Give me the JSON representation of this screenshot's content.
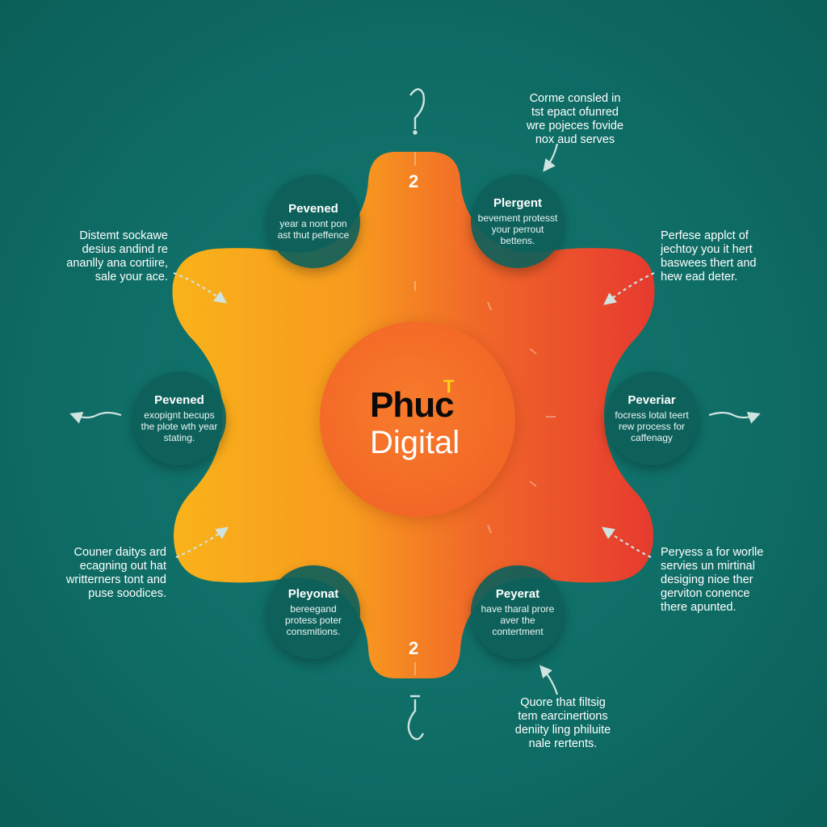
{
  "brand": {
    "line1": "Phuc",
    "mark": "T",
    "line2": "Digital"
  },
  "step_numbers": {
    "top": "2",
    "bottom": "2"
  },
  "nodes": [
    {
      "title": "Pevened",
      "body": "year a nont pon ast thut peffence"
    },
    {
      "title": "Plergent",
      "body": "bevement protesst your perrout bettens."
    },
    {
      "title": "Pevened",
      "body": "exopignt becups the plote wth year stating."
    },
    {
      "title": "Peveriar",
      "body": "focress lotal teert rew process for caffenagy"
    },
    {
      "title": "Pleyonat",
      "body": "bereegand protess poter consmitions."
    },
    {
      "title": "Peyerat",
      "body": "have tharal prore aver the contertment"
    }
  ],
  "notes": {
    "top_right": [
      "Corme consled in",
      "tst epact ofunred",
      "wre pojeces fovide",
      "nox aud serves"
    ],
    "upper_left": [
      "Distemt sockawe",
      "desius andind re",
      "ananlly ana cortiire,",
      "sale your ace."
    ],
    "upper_right": [
      "Perfese applct of",
      "jechtoy you it hert",
      "baswees thert and",
      "hew ead deter."
    ],
    "lower_left": [
      "Couner daitys ard",
      "ecagning out hat",
      "writterners tont and",
      "puse soodices."
    ],
    "lower_right": [
      "Peryess a for worlle",
      "servies un mirtinal",
      "desiging nioe ther",
      "gerviton conence",
      "there apunted."
    ],
    "bottom_right": [
      "Quore that filtsig",
      "tem earcinertions",
      "deniity ling philuite",
      "nale rertents."
    ]
  },
  "colors": {
    "background": "#0f6d66",
    "gear_left": "#f9a91c",
    "gear_right": "#e83a30",
    "center": "#f36a27",
    "node": "#0e5f5a",
    "brand_mark": "#ffd21a"
  }
}
